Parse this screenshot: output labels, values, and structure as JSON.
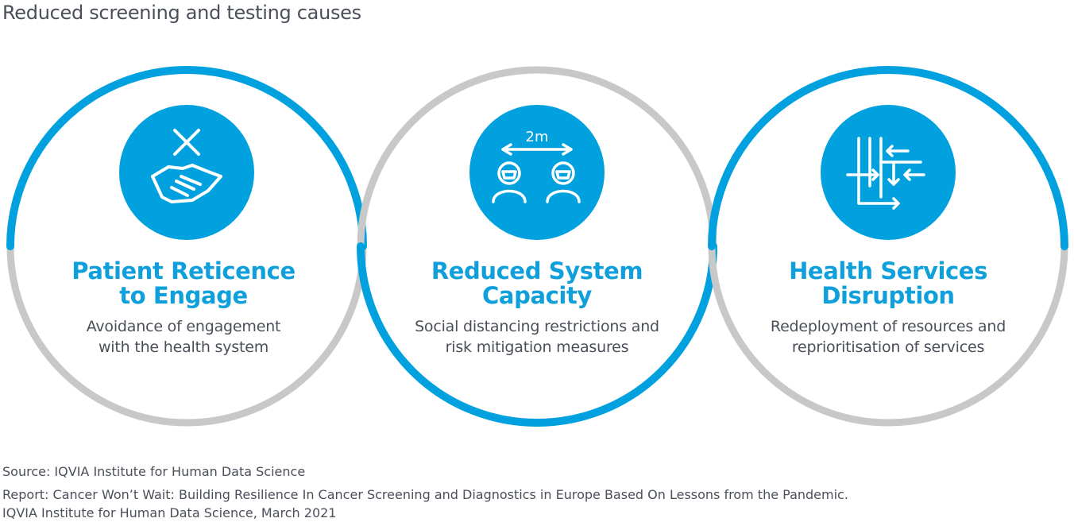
{
  "title": "Reduced screening and testing causes",
  "colors": {
    "accent": "#00a1de",
    "ring_gray": "#c8c8c8",
    "text": "#4a4f59"
  },
  "cards": [
    {
      "icon": "handshake-cross-icon",
      "title_lines": [
        "Patient Reticence",
        "to Engage"
      ],
      "desc_lines": [
        "Avoidance of engagement",
        "with the health system"
      ]
    },
    {
      "icon": "social-distance-icon",
      "icon_label": "2m",
      "title_lines": [
        "Reduced System",
        "Capacity"
      ],
      "desc_lines": [
        "Social distancing restrictions and",
        "risk mitigation measures"
      ]
    },
    {
      "icon": "arrows-disruption-icon",
      "title_lines": [
        "Health Services",
        "Disruption"
      ],
      "desc_lines": [
        "Redeployment of resources and",
        "reprioritisation of services"
      ]
    }
  ],
  "footer": {
    "source": "Source: IQVIA Institute for Human Data Science",
    "report_line1": "Report: Cancer Won’t Wait: Building Resilience In Cancer Screening and Diagnostics in Europe Based On Lessons from the Pandemic.",
    "report_line2": "IQVIA Institute for Human Data Science, March 2021"
  }
}
